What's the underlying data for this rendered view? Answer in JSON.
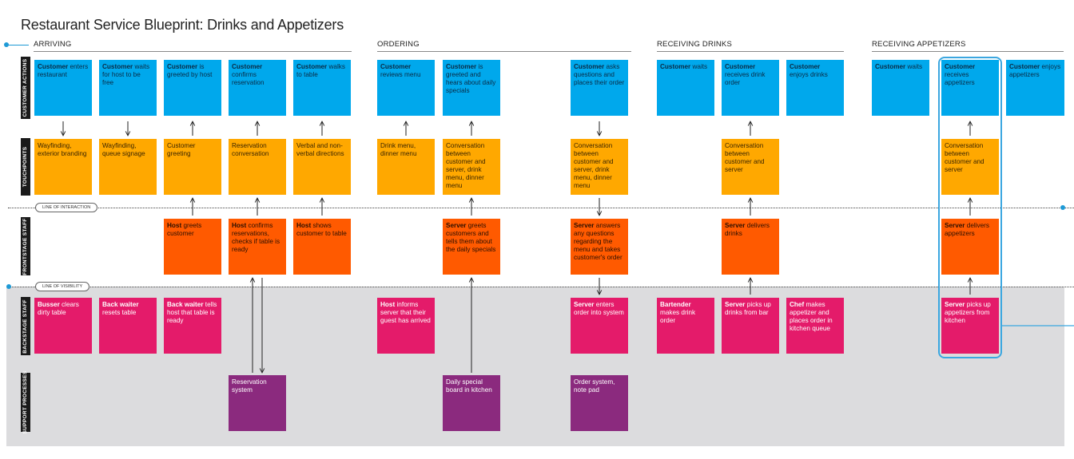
{
  "title": "Restaurant Service Blueprint: Drinks and Appetizers",
  "phases": [
    "ARRIVING",
    "ORDERING",
    "RECEIVING DRINKS",
    "RECEIVING APPETIZERS"
  ],
  "lanes": [
    "CUSTOMER ACTIONS",
    "TOUCHPOINTS",
    "FRONTSTAGE STAFF",
    "BACKSTAGE STAFF",
    "SUPPORT PROCESSES"
  ],
  "lines": {
    "interaction": "LINE OF INTERACTION",
    "visibility": "LINE OF VISIBILITY"
  },
  "colors": {
    "customer": "#00a8ec",
    "touchpoint": "#ffa800",
    "frontstage": "#ff5a00",
    "backstage": "#e41b6a",
    "support": "#8b2a7e",
    "highlight": "#3ba7e0",
    "backstage_area": "#dcdcde"
  },
  "cards": {
    "c1": {
      "bold": "Customer",
      "text": " enters restaurant"
    },
    "c2": {
      "bold": "Customer",
      "text": " waits for host to be free"
    },
    "c3": {
      "bold": "Customer",
      "text": " is greeted by host"
    },
    "c4": {
      "bold": "Customer",
      "text": " confirms reservation"
    },
    "c5": {
      "bold": "Customer",
      "text": " walks to table"
    },
    "c6": {
      "bold": "Customer",
      "text": " reviews menu"
    },
    "c7": {
      "bold": "Customer",
      "text": " is greeted and hears about daily specials"
    },
    "c8": {
      "bold": "Customer",
      "text": " asks questions and places their order"
    },
    "c9": {
      "bold": "Customer",
      "text": " waits"
    },
    "c10": {
      "bold": "Customer",
      "text": " receives drink order"
    },
    "c11": {
      "bold": "Customer",
      "text": " enjoys drinks"
    },
    "c12": {
      "bold": "Customer",
      "text": " waits"
    },
    "c13": {
      "bold": "Customer",
      "text": " receives appetizers"
    },
    "c14": {
      "bold": "Customer",
      "text": " enjoys appetizers"
    },
    "t1": {
      "text": "Wayfinding, exterior branding"
    },
    "t2": {
      "text": "Wayfinding, queue signage"
    },
    "t3": {
      "text": "Customer greeting"
    },
    "t4": {
      "text": "Reservation conversation"
    },
    "t5": {
      "text": "Verbal and non-verbal directions"
    },
    "t6": {
      "text": "Drink menu, dinner menu"
    },
    "t7": {
      "text": "Conversation between customer and server, drink menu, dinner menu"
    },
    "t8": {
      "text": "Conversation between customer and server, drink menu, dinner menu"
    },
    "t9": {
      "text": "Conversation between customer and server"
    },
    "t10": {
      "text": "Conversation between customer and server"
    },
    "f1": {
      "bold": "Host",
      "text": " greets customer"
    },
    "f2": {
      "bold": "Host",
      "text": " confirms reservations, checks if table is ready"
    },
    "f3": {
      "bold": "Host",
      "text": " shows customer to table"
    },
    "f4": {
      "bold": "Server",
      "text": " greets customers and tells them about the daily specials"
    },
    "f5": {
      "bold": "Server",
      "text": " answers any questions regarding the menu and takes customer's order"
    },
    "f6": {
      "bold": "Server",
      "text": " delivers drinks"
    },
    "f7": {
      "bold": "Server",
      "text": " delivers appetizers"
    },
    "b1": {
      "bold": "Busser",
      "text": " clears dirty table"
    },
    "b2": {
      "bold": "Back waiter",
      "text": " resets table"
    },
    "b3": {
      "bold": "Back waiter",
      "text": " tells host that table is ready"
    },
    "b4": {
      "bold": "Host",
      "text": " informs server that their guest has arrived"
    },
    "b5": {
      "bold": "Server",
      "text": " enters order into system"
    },
    "b6": {
      "bold": "Bartender",
      "text": " makes drink order"
    },
    "b7": {
      "bold": "Server",
      "text": " picks up drinks from bar"
    },
    "b8": {
      "bold": "Chef",
      "text": " makes appetizer and places order in kitchen queue"
    },
    "b9": {
      "bold": "Server",
      "text": " picks up appetizers from kitchen"
    },
    "s1": {
      "text": "Reservation system"
    },
    "s2": {
      "text": "Daily special board in kitchen"
    },
    "s3": {
      "text": "Order system, note pad"
    }
  }
}
